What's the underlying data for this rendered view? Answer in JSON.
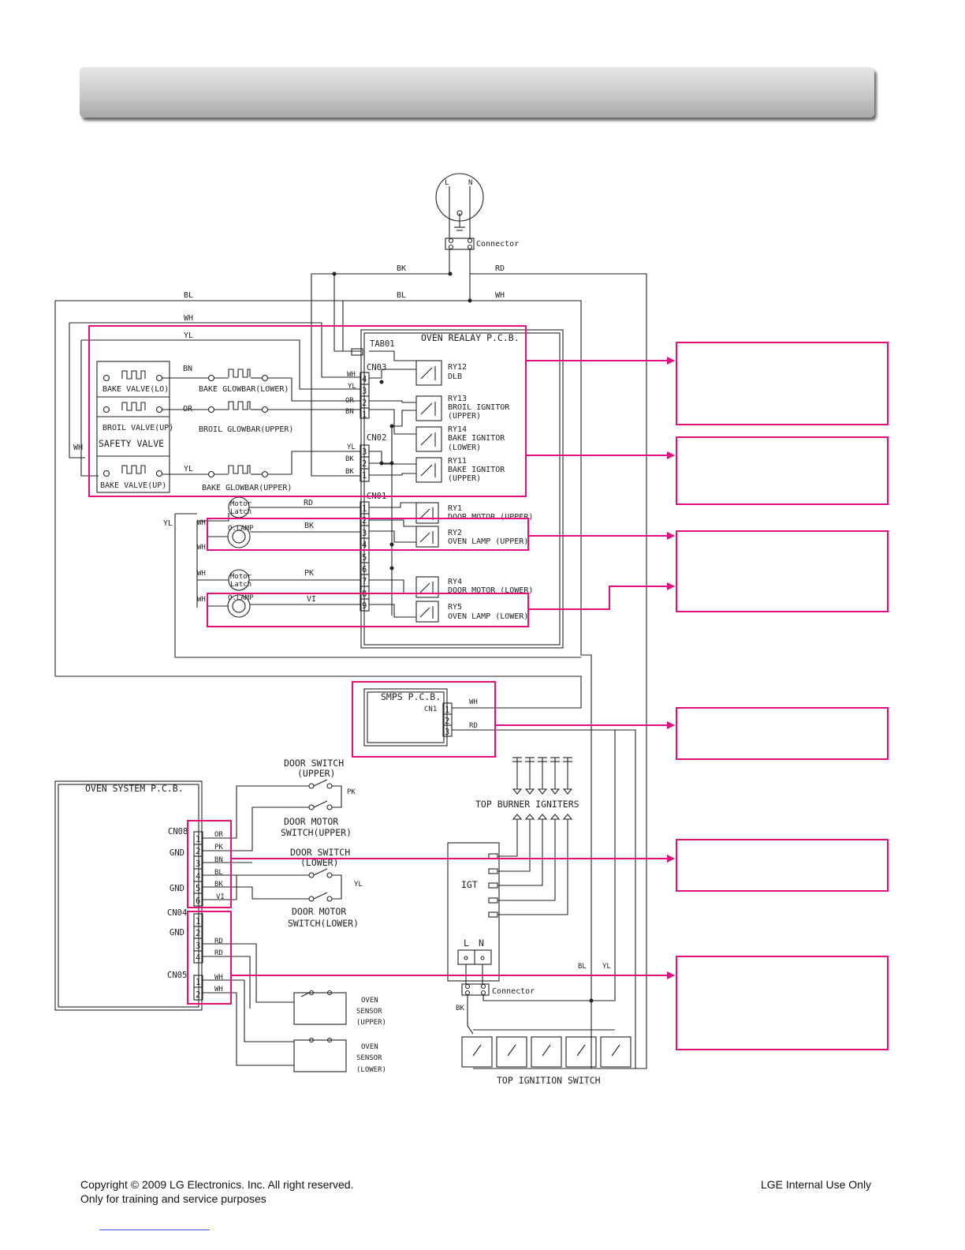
{
  "colors": {
    "highlight": "#e0117f",
    "line": "#222222",
    "header_gray": "#c9c9c9"
  },
  "labels": {
    "connector": "Connector",
    "plug_l": "L",
    "plug_n": "N",
    "wire_bk": "BK",
    "wire_rd": "RD",
    "wire_bl": "BL",
    "wire_wh": "WH",
    "wire_yl": "YL",
    "wire_bn": "BN",
    "wire_or": "OR",
    "wire_pk": "PK",
    "wire_vi": "VI",
    "oven_relay_pcb": "OVEN REALAY P.C.B.",
    "tab01": "TAB01",
    "cn03": "CN03",
    "cn02": "CN02",
    "cn01": "CN01",
    "ry12": "RY12",
    "ry12_name": "DLB",
    "ry13": "RY13",
    "ry13_name": "BROIL IGNITOR",
    "ry13_sub": "(UPPER)",
    "ry14": "RY14",
    "ry14_name": "BAKE IGNITOR",
    "ry14_sub": "(LOWER)",
    "ry11": "RY11",
    "ry11_name": "BAKE IGNITOR",
    "ry11_sub": "(UPPER)",
    "ry1": "RY1",
    "ry1_name": "DOOR MOTOR (UPPER)",
    "ry2": "RY2",
    "ry2_name": "OVEN LAMP (UPPER)",
    "ry4": "RY4",
    "ry4_name": "DOOR MOTOR (LOWER)",
    "ry5": "RY5",
    "ry5_name": "OVEN LAMP (LOWER)",
    "bake_valve_lo": "BAKE VALVE(LO)",
    "broil_valve_up": "BROIL VALVE(UP)",
    "safety_valve": "SAFETY VALVE",
    "bake_valve_up": "BAKE VALVE(UP)",
    "bake_glowbar_lower": "BAKE GLOWBAR(LOWER)",
    "broil_glowbar_upper": "BROIL GLOWBAR(UPPER)",
    "bake_glowbar_upper": "BAKE GLOWBAR(UPPER)",
    "motor": "Motor",
    "latch": "Latch",
    "o_lamp": "O.LAMP",
    "smps_pcb": "SMPS P.C.B.",
    "cn1": "CN1",
    "oven_system_pcb": "OVEN SYSTEM P.C.B.",
    "cn08": "CN08",
    "cn04": "CN04",
    "cn05": "CN05",
    "gnd": "GND",
    "door_switch": "DOOR SWITCH",
    "upper": "(UPPER)",
    "lower": "(LOWER)",
    "door_motor": "DOOR MOTOR",
    "switch_upper": "SWITCH(UPPER)",
    "switch_lower": "SWITCH(LOWER)",
    "top_burner_igniters": "TOP BURNER IGNITERS",
    "igt": "IGT",
    "oven": "OVEN",
    "sensor": "SENSOR",
    "top_ignition_switch": "TOP IGNITION SWITCH",
    "pins": [
      "1",
      "2",
      "3",
      "4",
      "5",
      "6",
      "7",
      "8",
      "9"
    ]
  },
  "footer": {
    "copyright": "Copyright © 2009 LG Electronics. Inc. All right reserved.",
    "training": "Only for training and service purposes",
    "internal": "LGE Internal Use Only"
  }
}
